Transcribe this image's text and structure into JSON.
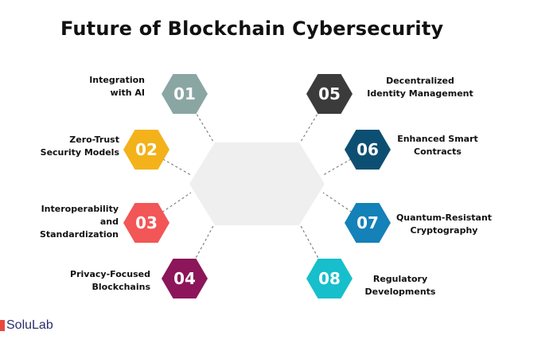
{
  "title": "Future of Blockchain Cybersecurity",
  "items": [
    {
      "num": "01",
      "label": "Integration\nwith AI",
      "color": "#8aa6a3"
    },
    {
      "num": "02",
      "label": "Zero-Trust\nSecurity Models",
      "color": "#f3b21a"
    },
    {
      "num": "03",
      "label": "Interoperability\nand\nStandardization",
      "color": "#f25656"
    },
    {
      "num": "04",
      "label": "Privacy-Focused\nBlockchains",
      "color": "#8c1659"
    },
    {
      "num": "05",
      "label": "Decentralized\nIdentity Management",
      "color": "#3b3b3b"
    },
    {
      "num": "06",
      "label": "Enhanced Smart\nContracts",
      "color": "#0d4f73"
    },
    {
      "num": "07",
      "label": "Quantum-Resistant\nCryptography",
      "color": "#1481b8"
    },
    {
      "num": "08",
      "label": "Regulatory\nDevelopments",
      "color": "#16bfcb"
    }
  ],
  "center_color": "#efefef",
  "connector_color": "#6b6b6b",
  "logo": {
    "text": "SoluLab",
    "color": "#2b2f6a",
    "accent": "#e8483f"
  }
}
